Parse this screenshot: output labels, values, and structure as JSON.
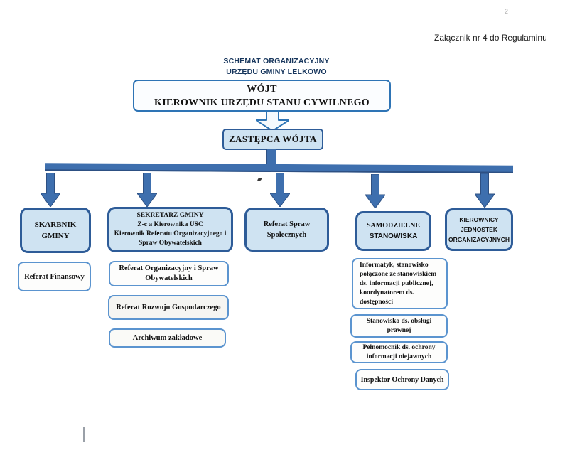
{
  "page": {
    "attachment_note": "Załącznik nr 4 do Regulaminu",
    "corner_mark": "2"
  },
  "title": {
    "line1": "SCHEMAT ORGANIZACYJNY",
    "line2": "URZĘDU GMINY LELKOWO"
  },
  "nodes": {
    "wojt": {
      "line1": "WÓJT",
      "line2": "KIEROWNIK URZĘDU STANU CYWILNEGO"
    },
    "zastepca": {
      "label": "ZASTĘPCA WÓJTA"
    },
    "skarbnik": {
      "line1": "SKARBNIK",
      "line2": "GMINY"
    },
    "sekretarz": {
      "line1": "SEKRETARZ GMINY",
      "line2": "Z-c a Kierownika USC",
      "line3": "Kierownik Referatu Organizacyjnego i",
      "line4": "Spraw Obywatelskich"
    },
    "referat_spraw_spolecznych": {
      "line1": "Referat Spraw",
      "line2": "Społecznych"
    },
    "samodzielne_stanowiska": {
      "line1": "SAMODZIELNE",
      "line2": "STANOWISKA"
    },
    "kierownicy_jednostek": {
      "line1": "KIEROWNICY",
      "line2": "JEDNOSTEK",
      "line3": "ORGANIZACYJNYCH"
    },
    "referat_finansowy": {
      "label": "Referat Finansowy"
    },
    "referat_organizacyjny": {
      "line1": "Referat Organizacyjny i Spraw",
      "line2": "Obywatelskich"
    },
    "referat_rozwoju": {
      "label": "Referat Rozwoju Gospodarczego"
    },
    "archiwum": {
      "label": "Archiwum zakładowe"
    },
    "informatyk": {
      "label": "Informatyk, stanowisko połączone ze stanowiskiem ds. informacji publicznej, koordynatorem ds. dostępności"
    },
    "obsluga_prawna": {
      "line1": "Stanowisko ds. obsługi",
      "line2": "prawnej"
    },
    "pelnomocnik": {
      "line1": "Pełnomocnik ds. ochrony",
      "line2": "informacji niejawnych"
    },
    "inspektor_odo": {
      "label": "Inspektor Ochrony Danych"
    }
  },
  "colors": {
    "node_fill": "#cfe3f2",
    "node_border": "#2e5c98",
    "subnode_border": "#5b94cf",
    "connector": "#3e6fae",
    "title_text": "#17365d"
  }
}
